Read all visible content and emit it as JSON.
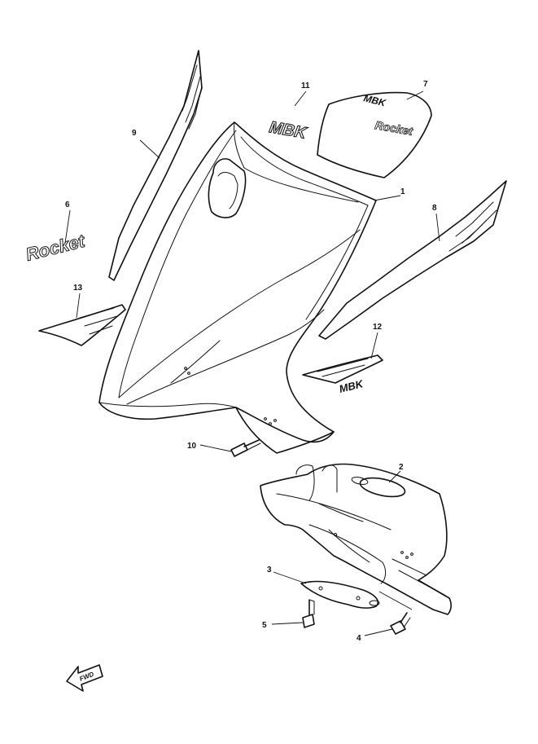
{
  "diagram": {
    "callouts": [
      {
        "id": "c1",
        "label": "1"
      },
      {
        "id": "c2",
        "label": "2"
      },
      {
        "id": "c3",
        "label": "3"
      },
      {
        "id": "c4",
        "label": "4"
      },
      {
        "id": "c5",
        "label": "5"
      },
      {
        "id": "c6",
        "label": "6"
      },
      {
        "id": "c7",
        "label": "7"
      },
      {
        "id": "c8",
        "label": "8"
      },
      {
        "id": "c9",
        "label": "9"
      },
      {
        "id": "c10",
        "label": "10"
      },
      {
        "id": "c11",
        "label": "11"
      },
      {
        "id": "c12",
        "label": "12"
      },
      {
        "id": "c13",
        "label": "13"
      }
    ],
    "decals": {
      "brand_large": "MBK",
      "brand_small": "MBK",
      "brand_plate": "MBK",
      "model_plate": "Rocket",
      "model_left": "Rocket"
    },
    "fwd_arrow": {
      "label": "FWD"
    }
  }
}
